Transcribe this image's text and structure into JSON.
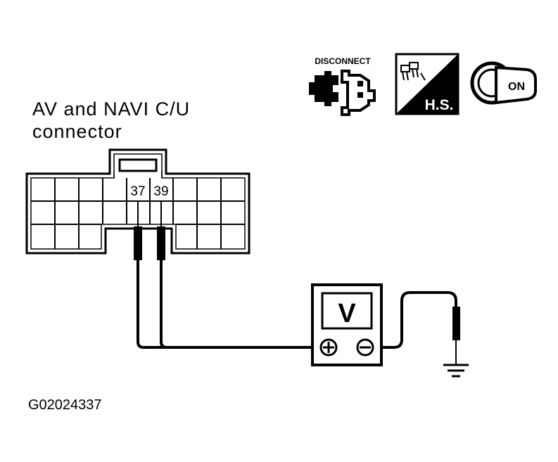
{
  "diagram": {
    "title_line1": "AV and NAVI C/U",
    "title_line2": "connector",
    "figure_id": "G02024337",
    "pin_left": "37",
    "pin_right": "39",
    "meter_symbol": "V",
    "meter_pos_symbol": "⊕",
    "meter_neg_symbol": "⊖",
    "icons": {
      "disconnect_label": "DISCONNECT",
      "harness_side_label": "H.S.",
      "ignition_label": "ON"
    },
    "icon_names": [
      "disconnect-icon",
      "harness-side-icon",
      "ignition-on-icon"
    ],
    "colors": {
      "ink": "#000000",
      "background": "#ffffff"
    }
  }
}
